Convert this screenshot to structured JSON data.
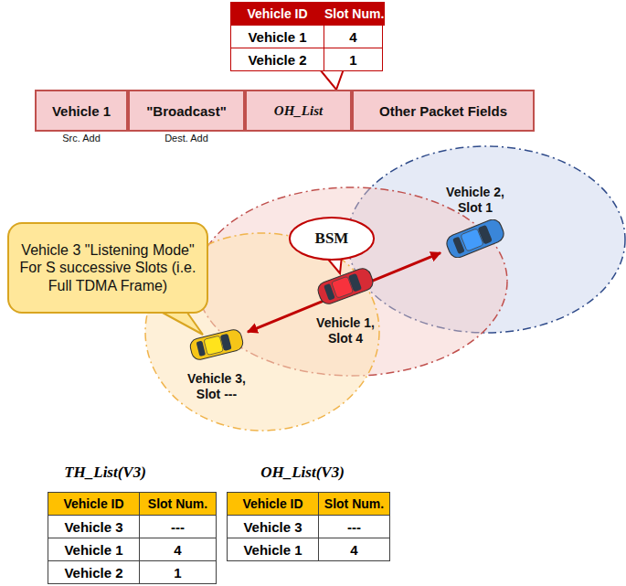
{
  "diagram": {
    "nodes": [
      {
        "text": [
          "Vehicle 1",
          "Src. Add"
        ]
      },
      {
        "text": [
          "\"Broadcast\"",
          "Dest. Add"
        ]
      },
      {
        "text": [
          "OH_List"
        ]
      },
      {
        "text": [
          "Other Packet Fields"
        ]
      },
      {
        "text": [
          "BSM"
        ]
      },
      {
        "text": [
          "Vehicle 3 \"Listening Mode\" For S successive Slots (i.e. Full TDMA Frame)"
        ]
      },
      {
        "text": [
          "Vehicle 2, Slot 1"
        ]
      },
      {
        "text": [
          "Vehicle 1, Slot 4"
        ]
      },
      {
        "text": [
          "Vehicle 3, Slot ---"
        ]
      }
    ],
    "edges": [
      {
        "from": 8,
        "to": 6,
        "arrow": "both"
      }
    ],
    "labels": [
      "Vehicle ID",
      "Slot Num.",
      "Vehicle 1",
      "4",
      "Vehicle 2",
      "1",
      "TH_List(V3)",
      "Vehicle ID",
      "Slot Num.",
      "Vehicle 3",
      "---",
      "Vehicle 1",
      "4",
      "Vehicle 2",
      "1",
      "OH_List(V3)",
      "Vehicle ID",
      "Slot Num.",
      "Vehicle 3",
      "---",
      "Vehicle 1",
      "4"
    ]
  }
}
